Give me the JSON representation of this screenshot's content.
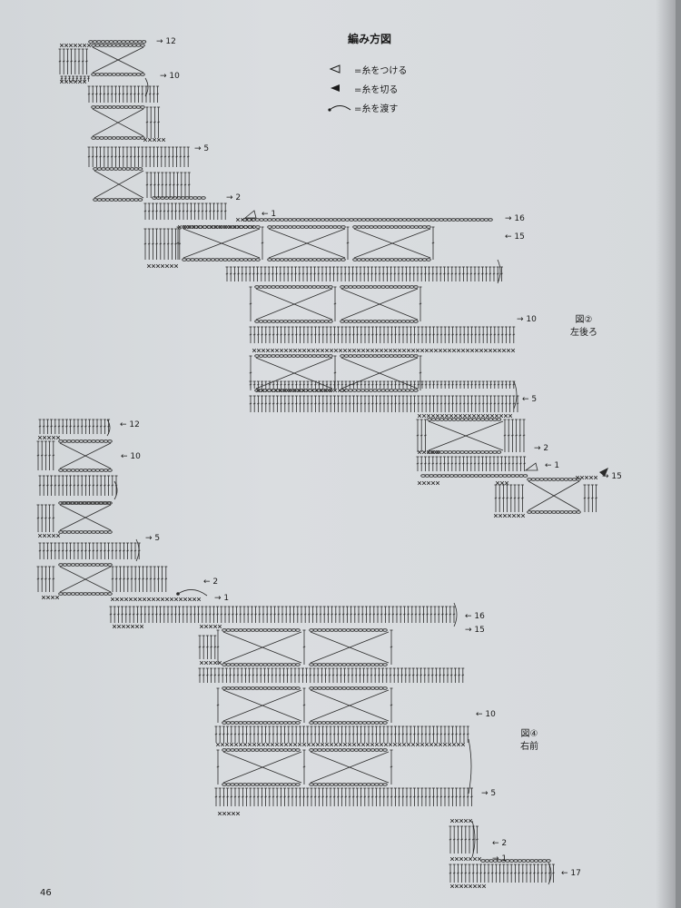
{
  "header": {
    "title": "編み方図"
  },
  "legend": [
    {
      "symbol": "open-triangle",
      "label": "=糸をつける"
    },
    {
      "symbol": "filled-triangle",
      "label": "=糸を切る"
    },
    {
      "symbol": "carry-arc",
      "label": "=糸を渡す"
    }
  ],
  "figure_left_back": {
    "number": "図②",
    "name": "左後ろ",
    "row_labels": [
      "12",
      "10",
      "5",
      "2",
      "1",
      "16",
      "15",
      "10",
      "5",
      "2",
      "1",
      "15"
    ]
  },
  "figure_right_front": {
    "number": "図④",
    "name": "右前",
    "row_labels": [
      "12",
      "10",
      "5",
      "2",
      "1",
      "16",
      "15",
      "10",
      "5",
      "2",
      "1",
      "17"
    ]
  },
  "footer": {
    "page_number": "46"
  }
}
